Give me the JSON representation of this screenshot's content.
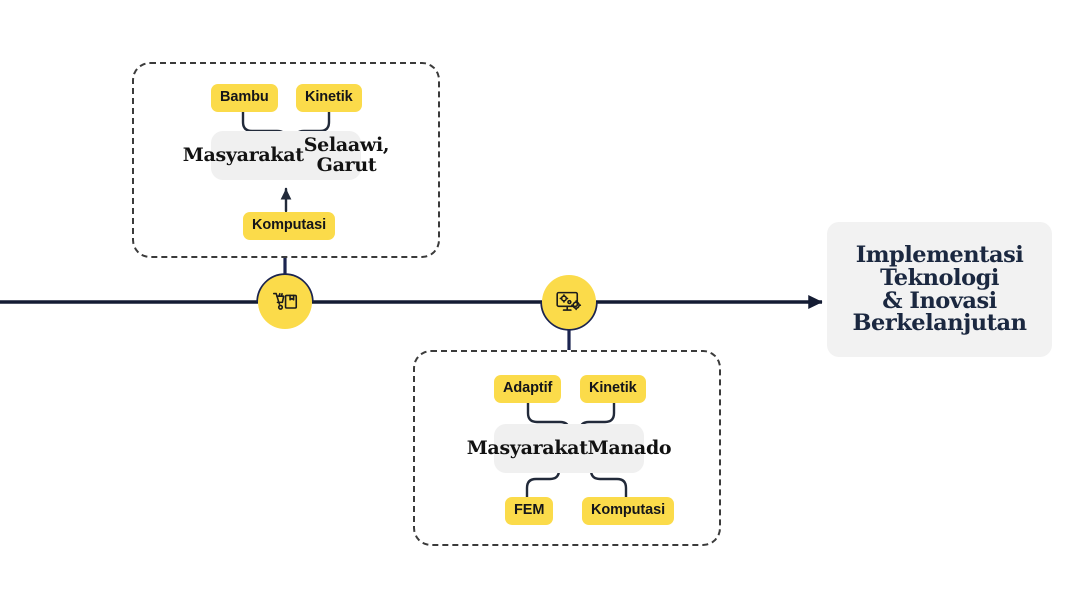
{
  "diagram": {
    "title_panel": {
      "lines": [
        "Implementasi",
        "Teknologi",
        "& Inovasi",
        "Berkelanjutan"
      ],
      "text": "Implementasi Teknologi & Inovasi Berkelanjutan"
    },
    "timeline": {
      "direction": "left-to-right",
      "arrow_end": "right",
      "line_color": "#1b2450",
      "milestones": [
        {
          "id": "milestone-1",
          "icon": "delivery-cart-box-icon",
          "arc": "top",
          "color": "#FBDB4A"
        },
        {
          "id": "milestone-2",
          "icon": "monitor-gears-icon",
          "arc": "bottom",
          "color": "#FBDB4A"
        }
      ]
    },
    "groups": [
      {
        "id": "group-1",
        "position": "above-timeline",
        "center_node": {
          "lines": [
            "Masyarakat",
            "Selaawi, Garut"
          ],
          "text": "Masyarakat Selaawi, Garut"
        },
        "tags_top": [
          {
            "label": "Bambu",
            "connector": "curve-right-down"
          },
          {
            "label": "Kinetik",
            "connector": "curve-left-down"
          }
        ],
        "tags_bottom": [
          {
            "label": "Komputasi",
            "connector": "straight-up"
          }
        ]
      },
      {
        "id": "group-2",
        "position": "below-timeline",
        "center_node": {
          "lines": [
            "Masyarakat",
            "Manado"
          ],
          "text": "Masyarakat Manado"
        },
        "tags_top": [
          {
            "label": "Adaptif",
            "connector": "curve-right-down"
          },
          {
            "label": "Kinetik",
            "connector": "curve-left-down"
          }
        ],
        "tags_bottom": [
          {
            "label": "FEM",
            "connector": "curve-right-up"
          },
          {
            "label": "Komputasi",
            "connector": "curve-left-up"
          }
        ]
      }
    ],
    "colors": {
      "accent_yellow": "#FBDB4A",
      "navy": "#1b2450",
      "panel_gray": "#f2f2f2",
      "node_gray": "#f0f0f0",
      "dash_border": "#3b3b3b",
      "title_navy": "#1b2840",
      "text_dark": "#121212"
    }
  }
}
